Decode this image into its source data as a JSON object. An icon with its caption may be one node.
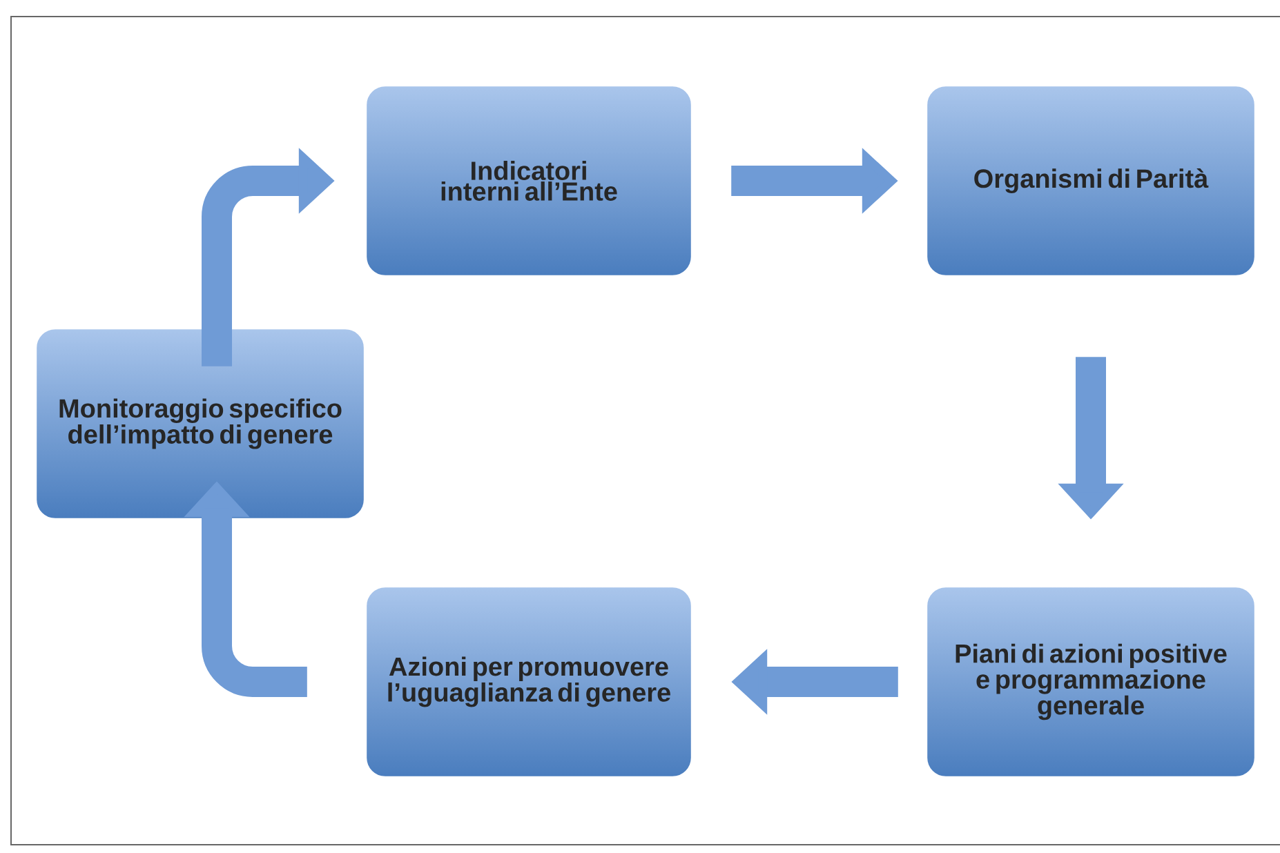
{
  "diagram": {
    "nodes": [
      {
        "text": [
          "Indicatori interni all’Ente"
        ]
      },
      {
        "text": [
          "Organismi di Parità"
        ]
      },
      {
        "text": [
          "Piani di azioni positive e programmazione generale"
        ]
      },
      {
        "text": [
          "Azioni per promuovere l’uguaglianza di genere"
        ]
      },
      {
        "text": [
          "Monitoraggio specifico dell’impatto di genere"
        ]
      }
    ],
    "edges": [
      {
        "from": 0,
        "to": 1,
        "arrow": "to"
      },
      {
        "from": 1,
        "to": 2,
        "arrow": "to"
      },
      {
        "from": 2,
        "to": 3,
        "arrow": "to"
      },
      {
        "from": 3,
        "to": 4,
        "arrow": "to"
      },
      {
        "from": 4,
        "to": 0,
        "arrow": "to"
      }
    ]
  }
}
